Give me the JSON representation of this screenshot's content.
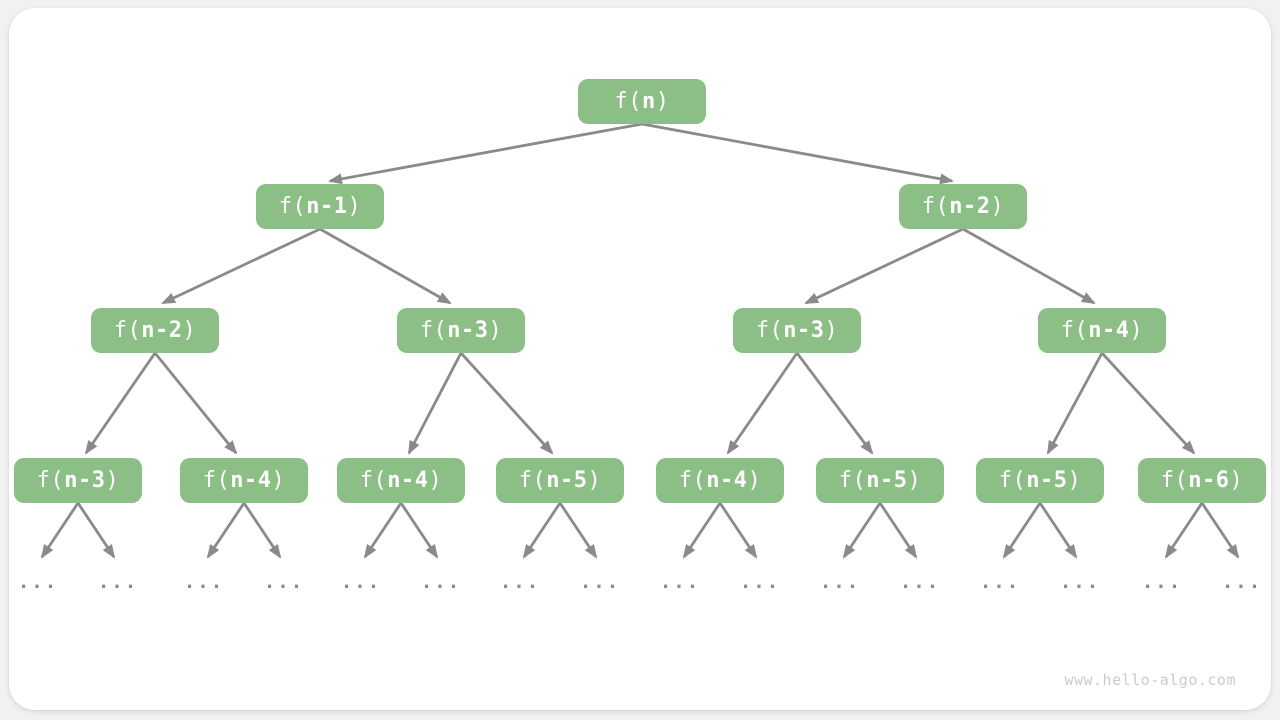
{
  "colors": {
    "page_bg": "#f1f1f1",
    "card_bg": "#ffffff",
    "node_fill": "#8bbf86",
    "node_text": "#ffffff",
    "edge": "#8a8a8a",
    "ellipsis": "#8a8a8a",
    "watermark": "#cbcbcb"
  },
  "tree": {
    "ellipsis": "...",
    "root": {
      "label": "f(n)",
      "pre": "f(",
      "var": "n",
      "post": ")"
    },
    "level2": [
      {
        "label": "f(n-1)",
        "pre": "f(",
        "var": "n-1",
        "post": ")"
      },
      {
        "label": "f(n-2)",
        "pre": "f(",
        "var": "n-2",
        "post": ")"
      }
    ],
    "level3": [
      {
        "label": "f(n-2)",
        "pre": "f(",
        "var": "n-2",
        "post": ")"
      },
      {
        "label": "f(n-3)",
        "pre": "f(",
        "var": "n-3",
        "post": ")"
      },
      {
        "label": "f(n-3)",
        "pre": "f(",
        "var": "n-3",
        "post": ")"
      },
      {
        "label": "f(n-4)",
        "pre": "f(",
        "var": "n-4",
        "post": ")"
      }
    ],
    "level4": [
      {
        "label": "f(n-3)",
        "pre": "f(",
        "var": "n-3",
        "post": ")"
      },
      {
        "label": "f(n-4)",
        "pre": "f(",
        "var": "n-4",
        "post": ")"
      },
      {
        "label": "f(n-4)",
        "pre": "f(",
        "var": "n-4",
        "post": ")"
      },
      {
        "label": "f(n-5)",
        "pre": "f(",
        "var": "n-5",
        "post": ")"
      },
      {
        "label": "f(n-4)",
        "pre": "f(",
        "var": "n-4",
        "post": ")"
      },
      {
        "label": "f(n-5)",
        "pre": "f(",
        "var": "n-5",
        "post": ")"
      },
      {
        "label": "f(n-5)",
        "pre": "f(",
        "var": "n-5",
        "post": ")"
      },
      {
        "label": "f(n-6)",
        "pre": "f(",
        "var": "n-6",
        "post": ")"
      }
    ]
  },
  "watermark": {
    "text": "www.hello-algo.com"
  }
}
